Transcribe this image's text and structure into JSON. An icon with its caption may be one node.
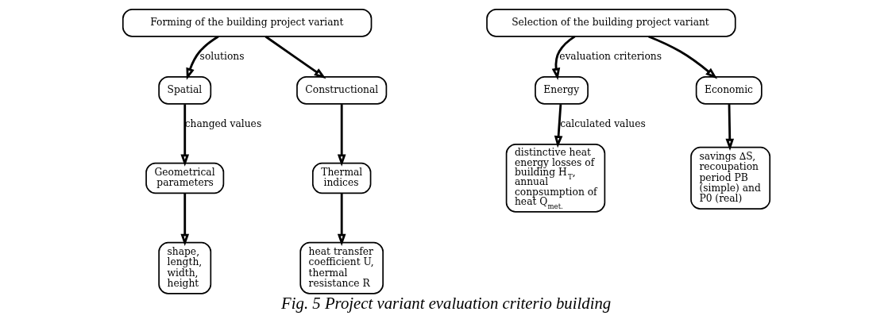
{
  "diagram": {
    "caption": "Fig. 5 Project variant evaluation criterio building",
    "nodes": [
      {
        "text": [
          "Forming of the building project variant"
        ]
      },
      {
        "text": [
          "Spatial"
        ]
      },
      {
        "text": [
          "Constructional"
        ]
      },
      {
        "text": [
          "Geometrical parameters"
        ]
      },
      {
        "text": [
          "Thermal indices"
        ]
      },
      {
        "text": [
          "shape, length, width, height"
        ]
      },
      {
        "text": [
          "heat transfer coefficient U, thermal resistance R"
        ]
      },
      {
        "text": [
          "Selection of the building project variant"
        ]
      },
      {
        "text": [
          "Energy"
        ]
      },
      {
        "text": [
          "Economic"
        ]
      },
      {
        "text": [
          "distinctive heat energy losses of building H$_{T}$, annual conpsumption of heat Q$_{met.}$"
        ]
      },
      {
        "text": [
          "savings ∆S, recoupation period PB (simple) and P0 (real)"
        ]
      }
    ],
    "edges": [
      {
        "from": 0,
        "to": 1,
        "arrow": "to",
        "label": "solutions"
      },
      {
        "from": 0,
        "to": 2,
        "arrow": "to"
      },
      {
        "from": 1,
        "to": 3,
        "arrow": "to",
        "label": "changed values"
      },
      {
        "from": 2,
        "to": 4,
        "arrow": "to"
      },
      {
        "from": 3,
        "to": 5,
        "arrow": "to"
      },
      {
        "from": 4,
        "to": 6,
        "arrow": "to"
      },
      {
        "from": 7,
        "to": 8,
        "arrow": "to",
        "label": "evaluation criterions"
      },
      {
        "from": 7,
        "to": 9,
        "arrow": "to"
      },
      {
        "from": 8,
        "to": 10,
        "arrow": "to",
        "label": "calculated values"
      },
      {
        "from": 9,
        "to": 11,
        "arrow": "to"
      }
    ]
  }
}
